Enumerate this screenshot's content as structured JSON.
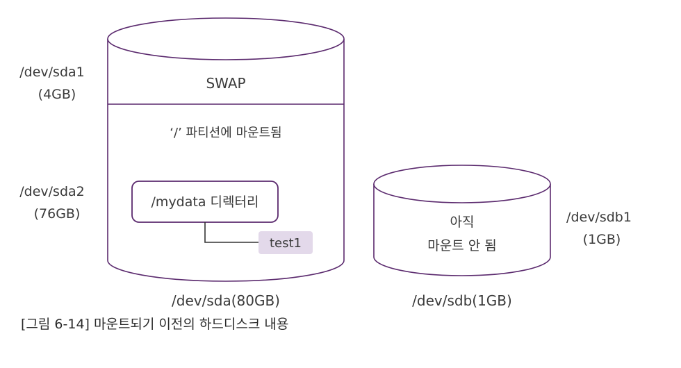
{
  "colors": {
    "outline": "#5b2a6e",
    "tag_fill": "#e3d9ea",
    "text": "#3a3a3a"
  },
  "disk_sda": {
    "label": "/dev/sda(80GB)",
    "partition1": {
      "device": "/dev/sda1",
      "size": "(4GB)",
      "content": "SWAP"
    },
    "partition2": {
      "device": "/dev/sda2",
      "size": "(76GB)",
      "content": "‘/’ 파티션에 마운트됨",
      "directory": "/mydata 디렉터리",
      "file": "test1"
    }
  },
  "disk_sdb": {
    "label": "/dev/sdb(1GB)",
    "partition1": {
      "device": "/dev/sdb1",
      "size": "(1GB)",
      "status_line1": "아직",
      "status_line2": "마운트 안 됨"
    }
  },
  "caption": "[그림 6-14] 마운트되기 이전의 하드디스크 내용"
}
